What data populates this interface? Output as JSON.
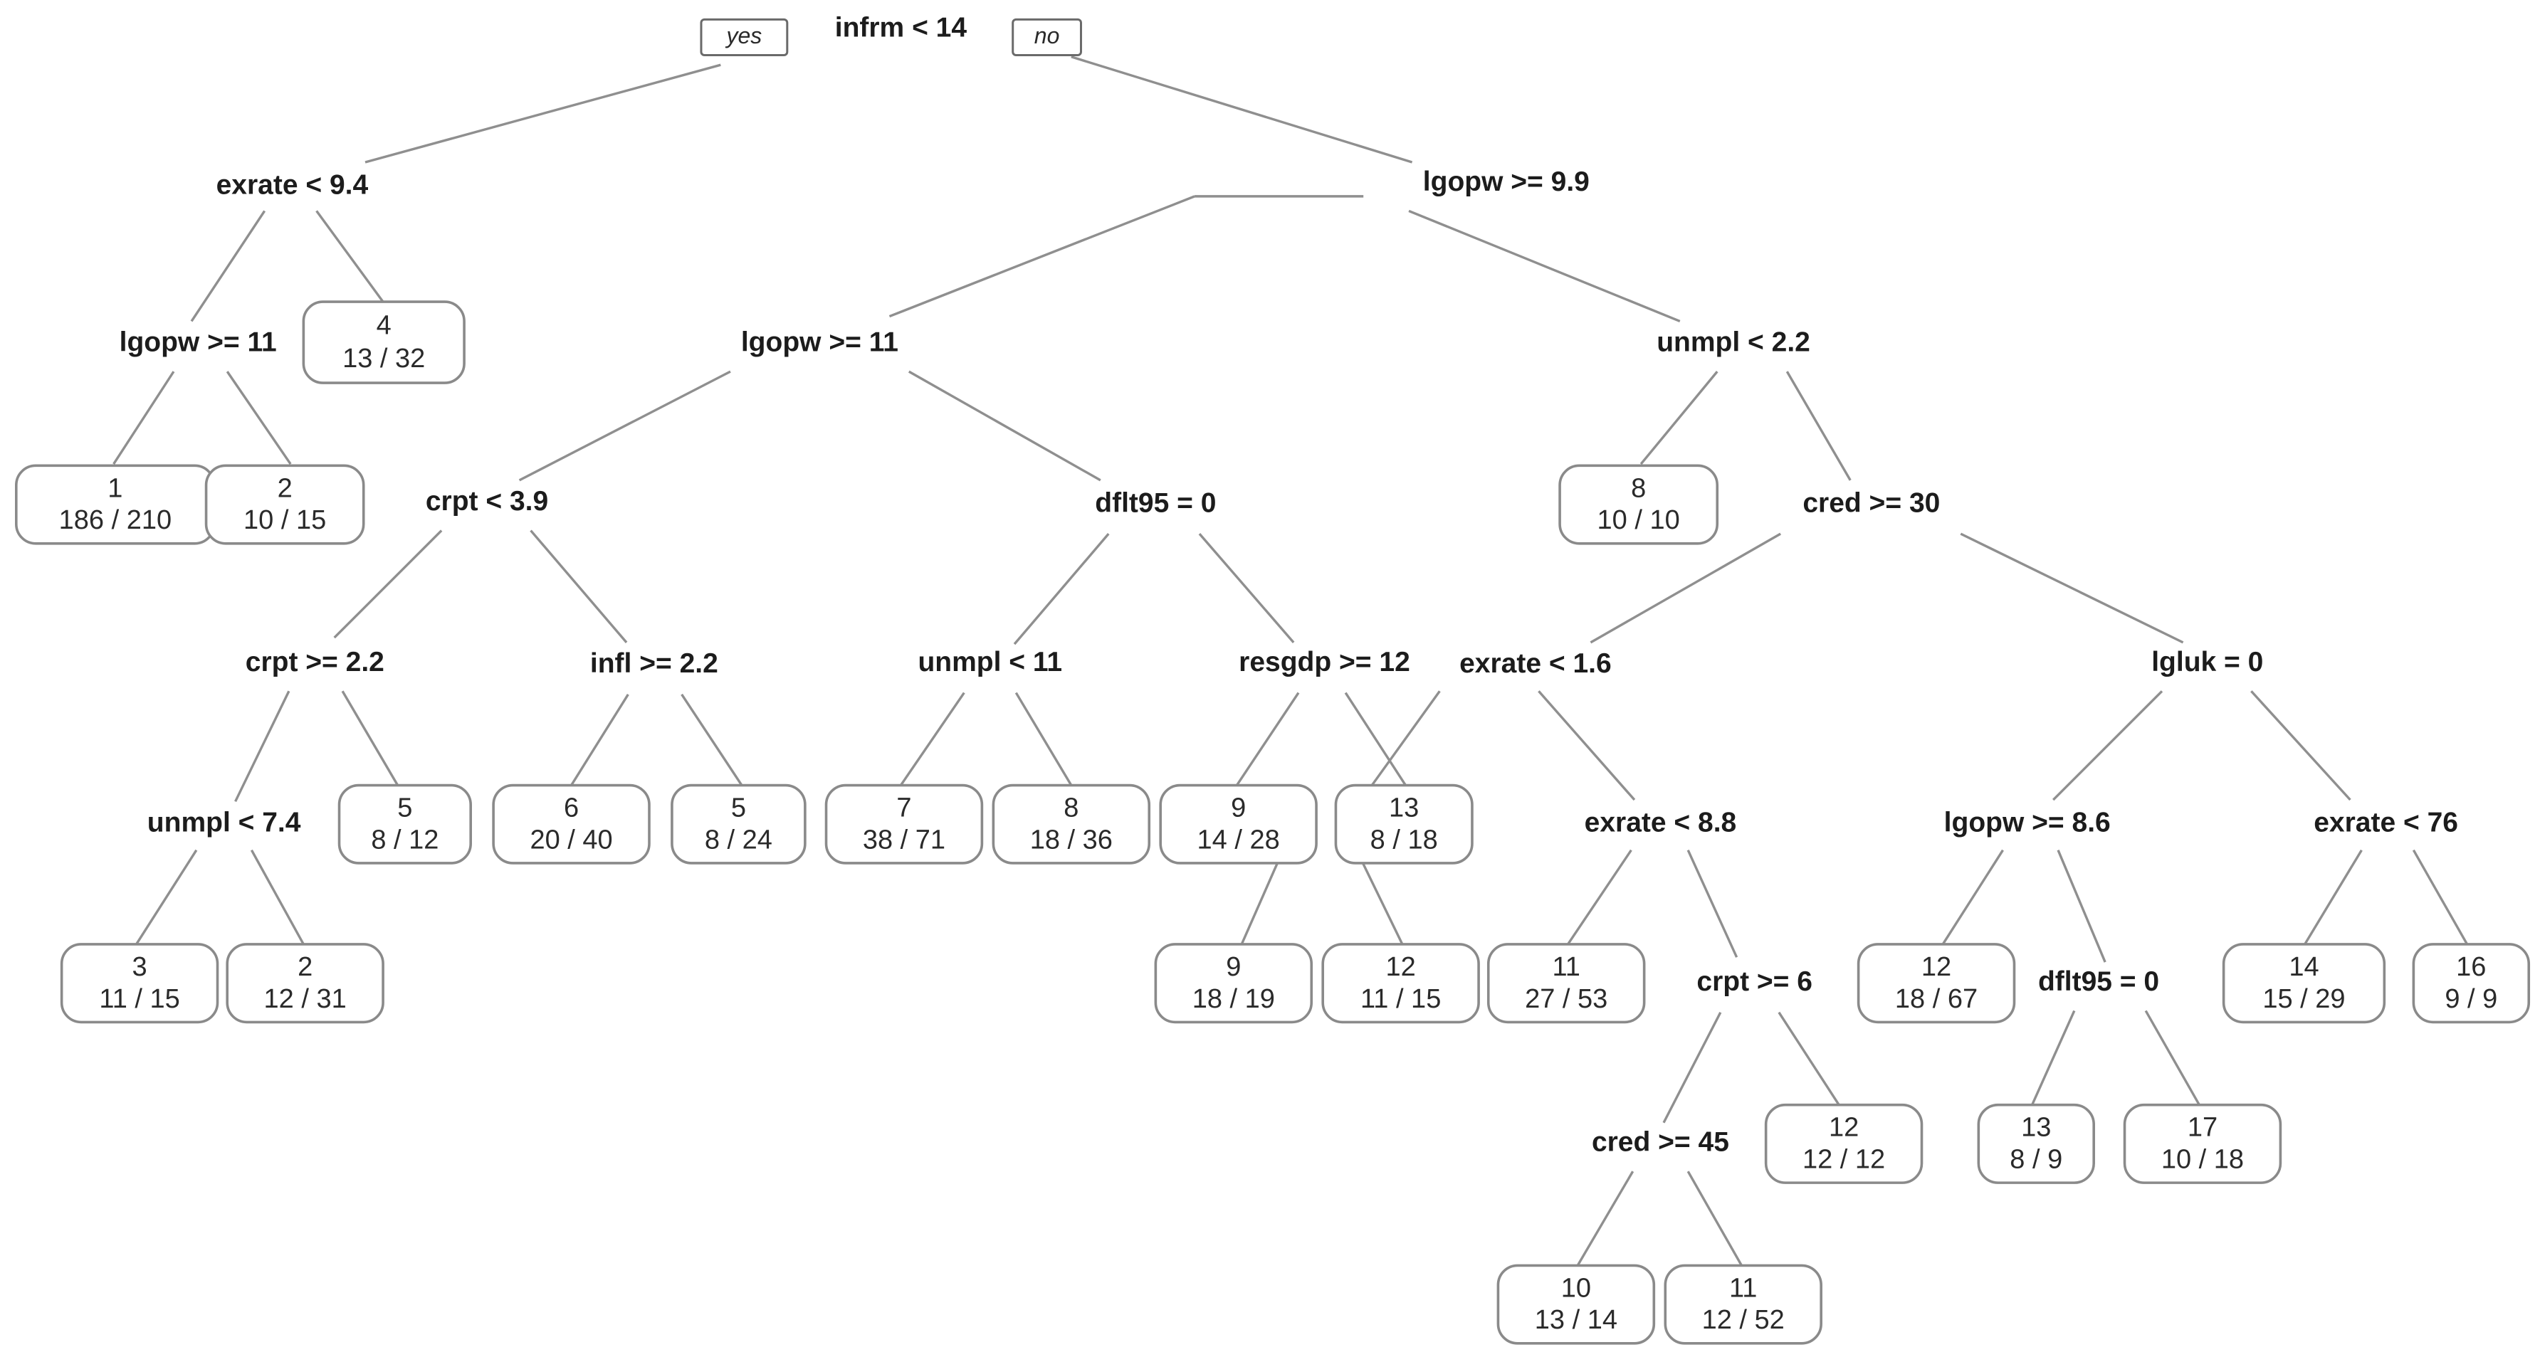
{
  "branch_labels": {
    "yes": "yes",
    "no": "no"
  },
  "splits": {
    "root": "infrm < 14",
    "L": "exrate < 9.4",
    "LL": "lgopw >= 11",
    "R": "lgopw >= 9.9",
    "RL": "lgopw >= 11",
    "RR": "unmpl < 2.2",
    "RLL": "crpt < 3.9",
    "RLR": "dflt95 = 0",
    "RLLL": "crpt >= 2.2",
    "RLLR": "infl >= 2.2",
    "RLLLL": "unmpl < 7.4",
    "RLRL": "unmpl < 11",
    "RLRR": "resgdp >= 12",
    "RRR": "cred >= 30",
    "RRRL": "exrate < 1.6",
    "RRRLR": "exrate < 8.8",
    "RRRLRR": "crpt >= 6",
    "RRRLRRL": "cred >= 45",
    "RRRR": "lgluk = 0",
    "RRRRL": "lgopw >= 8.6",
    "RRRRLR": "dflt95 = 0",
    "RRRRR": "exrate < 76"
  },
  "leaves": {
    "LLL": {
      "class": "1",
      "counts": "186 / 210"
    },
    "LLR": {
      "class": "2",
      "counts": "10 / 15"
    },
    "LR": {
      "class": "4",
      "counts": "13 / 32"
    },
    "RLLLLL": {
      "class": "3",
      "counts": "11 / 15"
    },
    "RLLLLR": {
      "class": "2",
      "counts": "12 / 31"
    },
    "RLLLR": {
      "class": "5",
      "counts": "8 / 12"
    },
    "RLLRL": {
      "class": "6",
      "counts": "20 / 40"
    },
    "RLLRR": {
      "class": "5",
      "counts": "8 / 24"
    },
    "RLRLL": {
      "class": "7",
      "counts": "38 / 71"
    },
    "RLRLR": {
      "class": "8",
      "counts": "18 / 36"
    },
    "RLRRL": {
      "class": "9",
      "counts": "14 / 28"
    },
    "RLRRR": {
      "class": "13",
      "counts": "8 / 18"
    },
    "RRL": {
      "class": "8",
      "counts": "10 / 10"
    },
    "RRRLL_A": {
      "class": "9",
      "counts": "18 / 19"
    },
    "RRRLL_B": {
      "class": "12",
      "counts": "11 / 15"
    },
    "RRRLRL": {
      "class": "11",
      "counts": "27 / 53"
    },
    "RRRLRRLL": {
      "class": "10",
      "counts": "13 / 14"
    },
    "RRRLRRLR": {
      "class": "11",
      "counts": "12 / 52"
    },
    "RRRLRRR": {
      "class": "12",
      "counts": "12 / 12"
    },
    "RRRRLL": {
      "class": "12",
      "counts": "18 / 67"
    },
    "RRRRLRL": {
      "class": "13",
      "counts": "8 / 9"
    },
    "RRRRLRR": {
      "class": "17",
      "counts": "10 / 18"
    },
    "RRRRRL": {
      "class": "14",
      "counts": "15 / 29"
    },
    "RRRRRR": {
      "class": "16",
      "counts": "9 / 9"
    }
  }
}
